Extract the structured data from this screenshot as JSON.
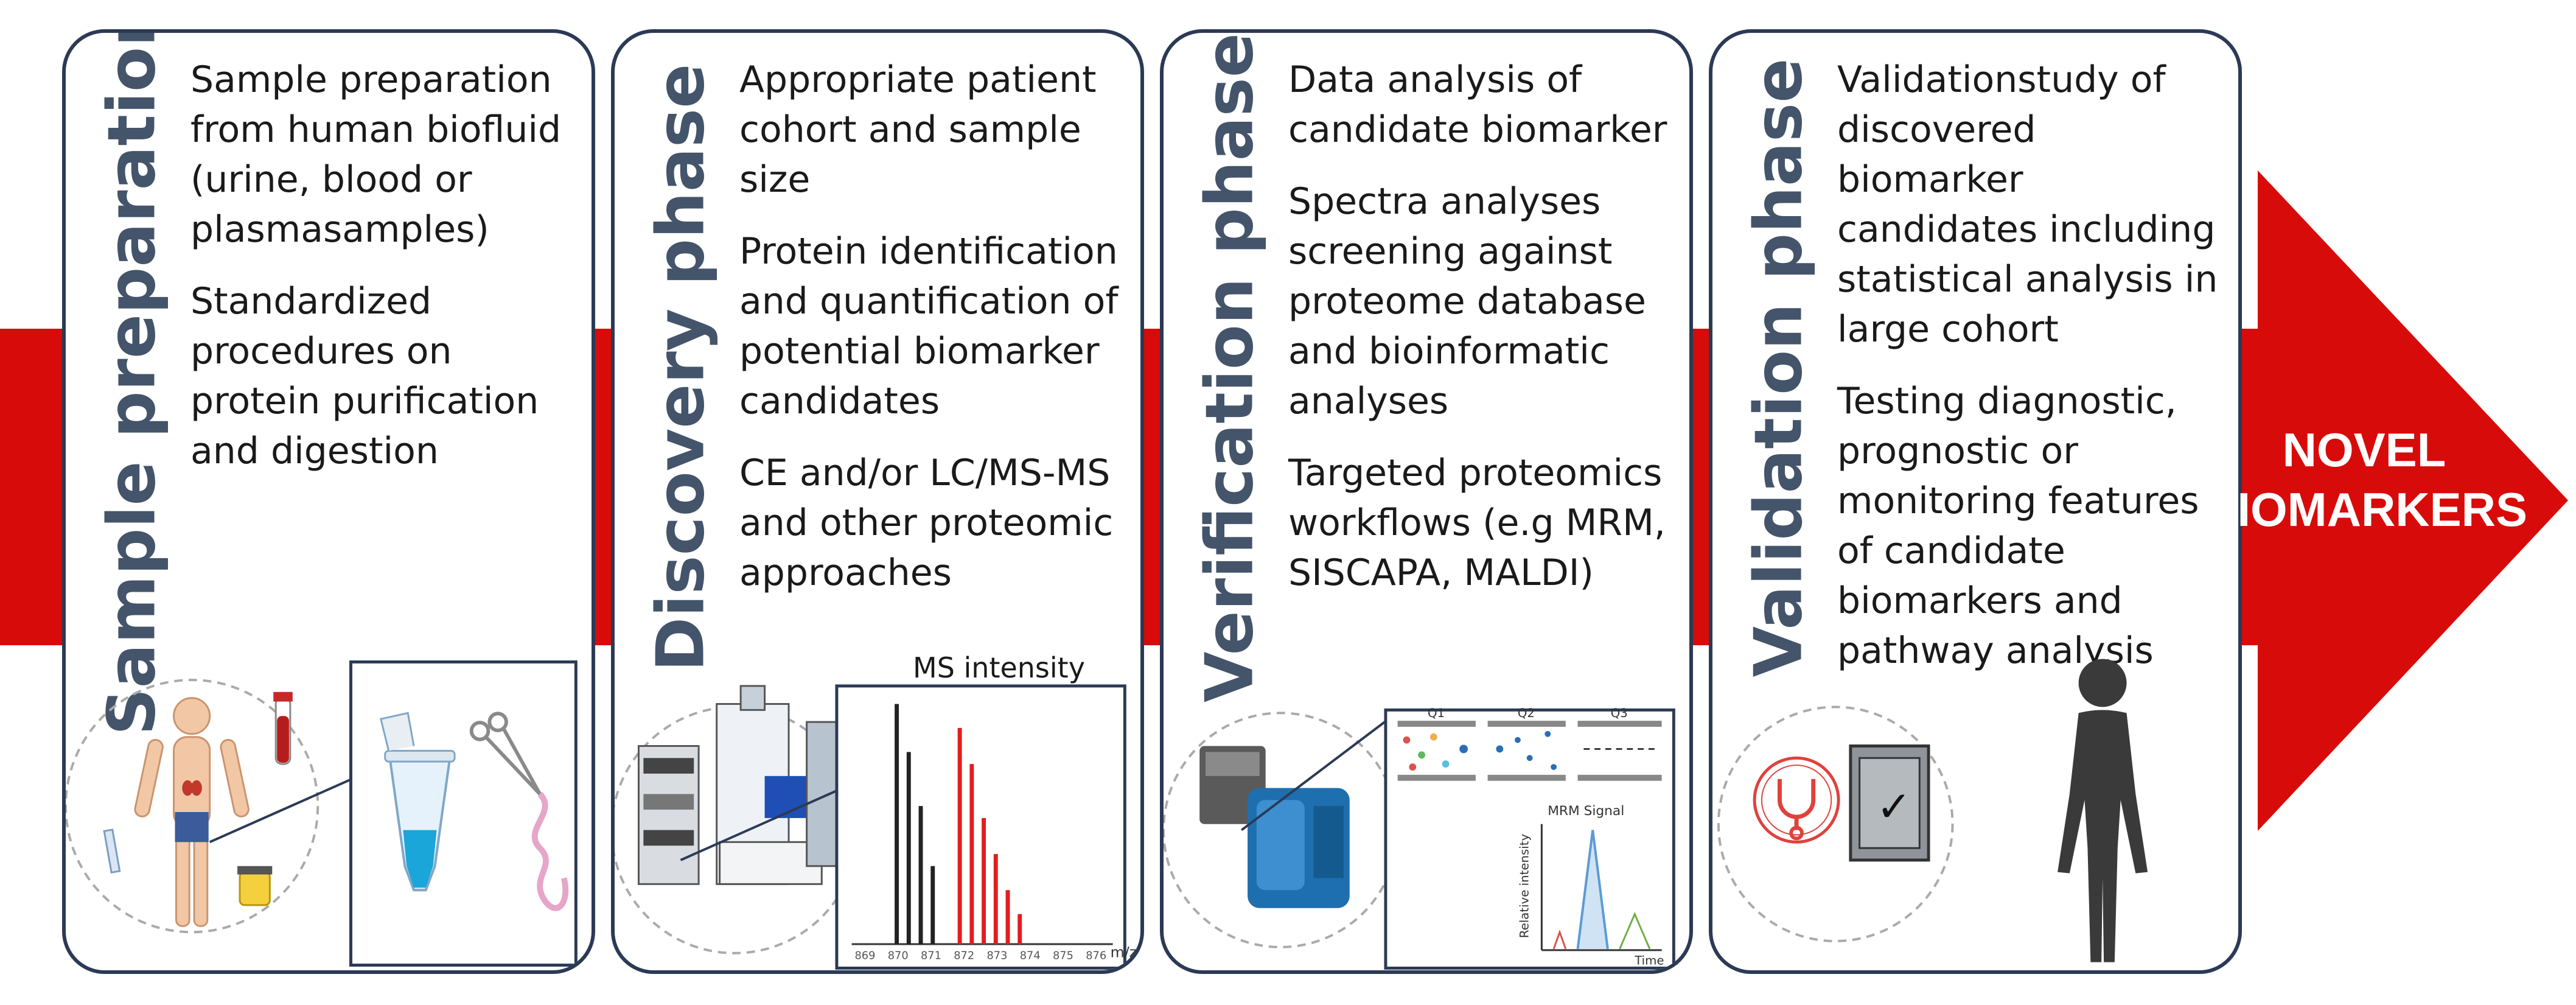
{
  "colors": {
    "arrow": "#d80b0b",
    "panel_border": "#2b3a55",
    "title": "#44546a",
    "ms_red": "#e41d1d",
    "ms_black": "#222222"
  },
  "panels": [
    {
      "title": "Sample preparation",
      "paragraphs": [
        "Sample preparation from human biofluid (urine, blood or plasmasamples)",
        "Standardized procedures on protein purification and digestion"
      ]
    },
    {
      "title": "Discovery phase",
      "paragraphs": [
        "Appropriate patient cohort and sample size",
        "Protein identification and quantification of potential biomarker candidates",
        "CE and/or LC/MS-MS and other proteomic approaches"
      ],
      "ms_chart": {
        "title": "MS intensity",
        "xlabel": "m/z",
        "tick_labels": [
          "869",
          "870",
          "871",
          "872",
          "873",
          "874",
          "875",
          "876"
        ]
      }
    },
    {
      "title": "Verification phase",
      "paragraphs": [
        "Data analysis of candidate biomarker",
        "Spectra analyses screening against proteome database and bioinformatic analyses",
        "Targeted proteomics workflows (e.g MRM, SISCAPA, MALDI)"
      ],
      "mrm": {
        "q_labels": [
          "Q1",
          "Q2",
          "Q3"
        ],
        "signal_title": "MRM Signal",
        "ylabel": "Relative intensity",
        "xlabel": "Time"
      }
    },
    {
      "title": "Validation phase",
      "paragraphs": [
        "Validationstudy of discovered biomarker candidates including statistical analysis in large cohort",
        "Testing diagnostic, prognostic or monitoring features of candidate biomarkers and pathway analysis"
      ],
      "check_mark": "✓"
    }
  ],
  "novel": {
    "line1": "NOVEL",
    "line2": "BIOMARKERS"
  }
}
